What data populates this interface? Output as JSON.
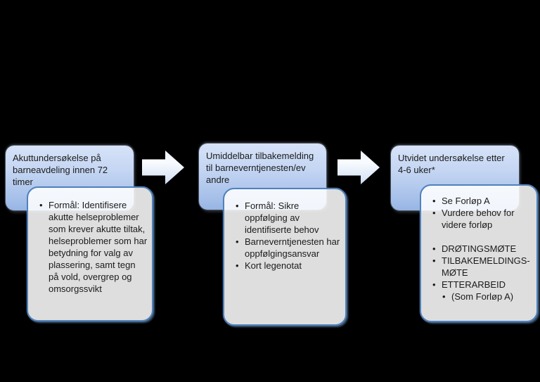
{
  "diagram": {
    "background_color": "#000000",
    "accent_colors": {
      "header_gradient_top": "#d6e2f8",
      "header_gradient_bottom": "#97b5e4",
      "callout_border": "#4f81bd",
      "callout_background": "rgba(255,255,255,0.87)",
      "text": "#1a1a1a"
    },
    "columns": [
      {
        "header": "Akuttundersøkelse på barneavdeling innen 72 timer",
        "bullets": [
          {
            "text": "Formål: Identifisere akutte helseproblemer som krever akutte tiltak, helseproblemer som har betydning for valg av plassering, samt tegn på vold, overgrep og omsorgssvikt",
            "level": 1
          }
        ]
      },
      {
        "header": "Umiddelbar tilbakemelding til barneverntjenesten/ev andre",
        "bullets": [
          {
            "text": "Formål: Sikre oppfølging av identifiserte behov",
            "level": 1
          },
          {
            "text": "Barneverntjenesten har oppfølgingsansvar",
            "level": 1
          },
          {
            "text": "Kort legenotat",
            "level": 1
          }
        ]
      },
      {
        "header": "Utvidet undersøkelse etter 4-6 uker*",
        "bullets": [
          {
            "text": "Se Forløp A",
            "level": 1
          },
          {
            "text": "Vurdere behov for videre forløp",
            "level": 1
          },
          {
            "text": "DRØTINGSMØTE",
            "level": 1
          },
          {
            "text": "TILBAKEMELDINGS-MØTE",
            "level": 1
          },
          {
            "text": "ETTERARBEID",
            "level": 1
          },
          {
            "text": "(Som Forløp A)",
            "level": 2
          }
        ]
      }
    ],
    "bullet_glyph": "•"
  }
}
